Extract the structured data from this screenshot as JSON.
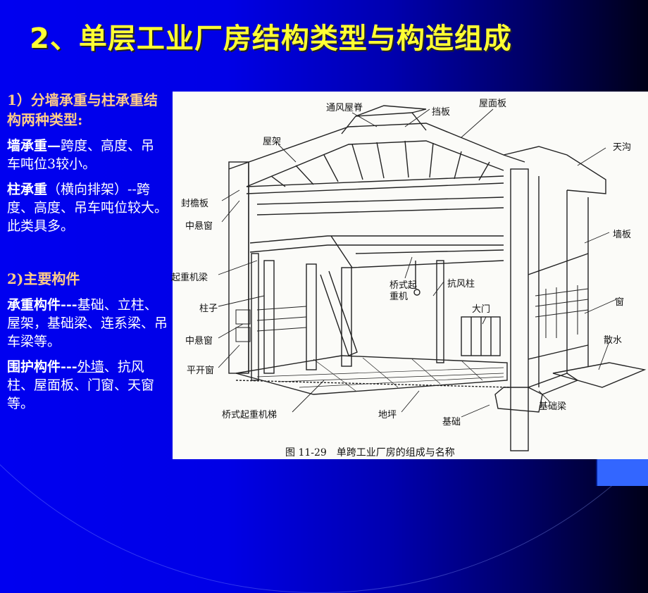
{
  "slide": {
    "title": "2、单层工业厂房结构类型与构造组成",
    "colors": {
      "title": "#ffff33",
      "heading": "#ffcc88",
      "body_text": "#ffffff",
      "background_left": "#0000f0",
      "background_right": "#000018",
      "corner_box": "#3366ff"
    }
  },
  "left_panel": {
    "section1": {
      "heading": "1）分墙承重与柱承重结构两种类型:",
      "items": [
        {
          "term": "墙承重",
          "sep": "—",
          "text": "跨度、高度、吊车吨位3较小。"
        },
        {
          "term": "柱承重",
          "sep": "",
          "text": "（横向排架）--跨度、高度、吊车吨位较大。此类具多。"
        }
      ]
    },
    "section2": {
      "heading": "2)主要构件",
      "items": [
        {
          "term": "承重构件",
          "sep": "---",
          "text": "基础、立柱、屋架，基础梁、连系梁、吊车梁等。"
        },
        {
          "term": "围护构件",
          "sep": "---",
          "underlined": "外墙",
          "text": "、抗风柱、屋面板、门窗、天窗等。"
        }
      ]
    }
  },
  "figure": {
    "caption": "图 11-29　单跨工业厂房的组成与名称",
    "labels": {
      "ventilated_ridge": "通风屋脊",
      "baffle": "挡板",
      "roof_panel": "屋面板",
      "roof_truss": "屋架",
      "gutter": "天沟",
      "eave_panel": "封檐板",
      "center_pivot_window_top": "中悬窗",
      "wall_panel": "墙板",
      "crane_beam": "起重机梁",
      "bridge_crane": "桥式起重机",
      "wind_column": "抗风柱",
      "column": "柱子",
      "window": "窗",
      "main_door": "大门",
      "center_pivot_window": "中悬窗",
      "apron": "散水",
      "casement_window": "平开窗",
      "crane_ladder": "桥式起重机梯",
      "floor": "地坪",
      "foundation": "基础",
      "foundation_beam": "基础梁"
    }
  }
}
